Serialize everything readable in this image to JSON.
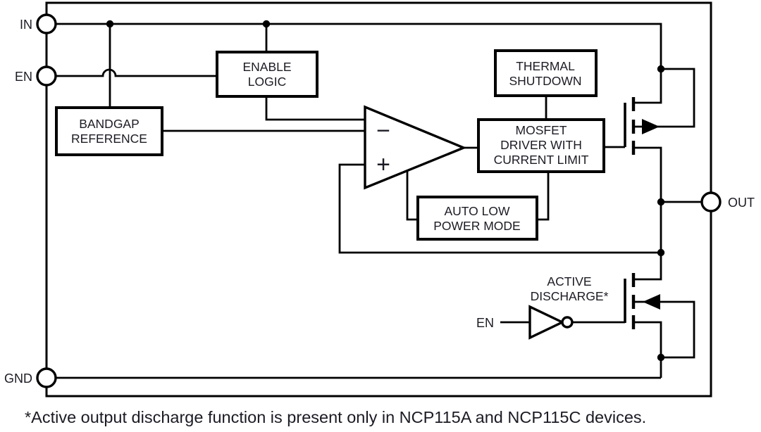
{
  "colors": {
    "stroke": "#000000",
    "text": "#1b1b24",
    "background": "#ffffff"
  },
  "pins": {
    "in": "IN",
    "en": "EN",
    "gnd": "GND",
    "out": "OUT"
  },
  "blocks": {
    "enable_logic": {
      "line1": "ENABLE",
      "line2": "LOGIC"
    },
    "bandgap_reference": {
      "line1": "BANDGAP",
      "line2": "REFERENCE"
    },
    "thermal_shutdown": {
      "line1": "THERMAL",
      "line2": "SHUTDOWN"
    },
    "mosfet_driver": {
      "line1": "MOSFET",
      "line2": "DRIVER WITH",
      "line3": "CURRENT LIMIT"
    },
    "auto_low_power_mode": {
      "line1": "AUTO LOW",
      "line2": "POWER MODE"
    },
    "active_discharge": {
      "line1": "ACTIVE",
      "line2": "DISCHARGE*"
    }
  },
  "amplifier": {
    "minus_label": "−",
    "plus_label": "+"
  },
  "inverter": {
    "input_label": "EN"
  },
  "footnote": "*Active output discharge function is present only in NCP115A and NCP115C devices."
}
